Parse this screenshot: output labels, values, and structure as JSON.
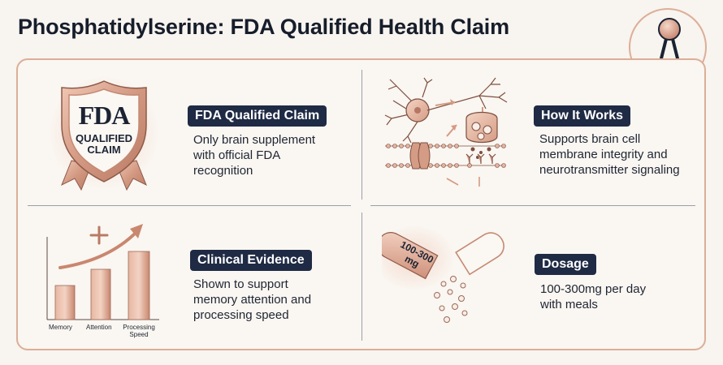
{
  "title": "Phosphatidylserine: FDA Qualified Health Claim",
  "colors": {
    "navy": "#1f2a44",
    "rose_gold": "#d49a82",
    "border": "#dcae98",
    "background": "#f8f4ef"
  },
  "panels": {
    "fda": {
      "heading": "FDA Qualified Claim",
      "lines": [
        "Only brain supplement",
        "with official FDA",
        "recognition"
      ],
      "badge_logo": "FDA",
      "badge_text": [
        "QUALIFIED",
        "CLAIM"
      ]
    },
    "how": {
      "heading": "How It Works",
      "lines": [
        "Supports brain cell",
        "membrane integrity and",
        "neurotransmitter signaling"
      ]
    },
    "evidence": {
      "heading": "Clinical Evidence",
      "lines": [
        "Shown to support",
        "memory attention and",
        "processing speed"
      ],
      "bar_labels": [
        "Memory",
        "Attention",
        "Processing",
        "Speed"
      ]
    },
    "dosage": {
      "heading": "Dosage",
      "lines": [
        "100-300mg per day",
        "with meals"
      ],
      "capsule_text": [
        "100-300",
        "mg"
      ]
    }
  },
  "icons": {
    "corner": "phospholipid-icon",
    "shield": "shield-icon",
    "neuron": "neuron-icon",
    "chart": "bar-chart-icon",
    "capsule": "capsule-icon"
  }
}
